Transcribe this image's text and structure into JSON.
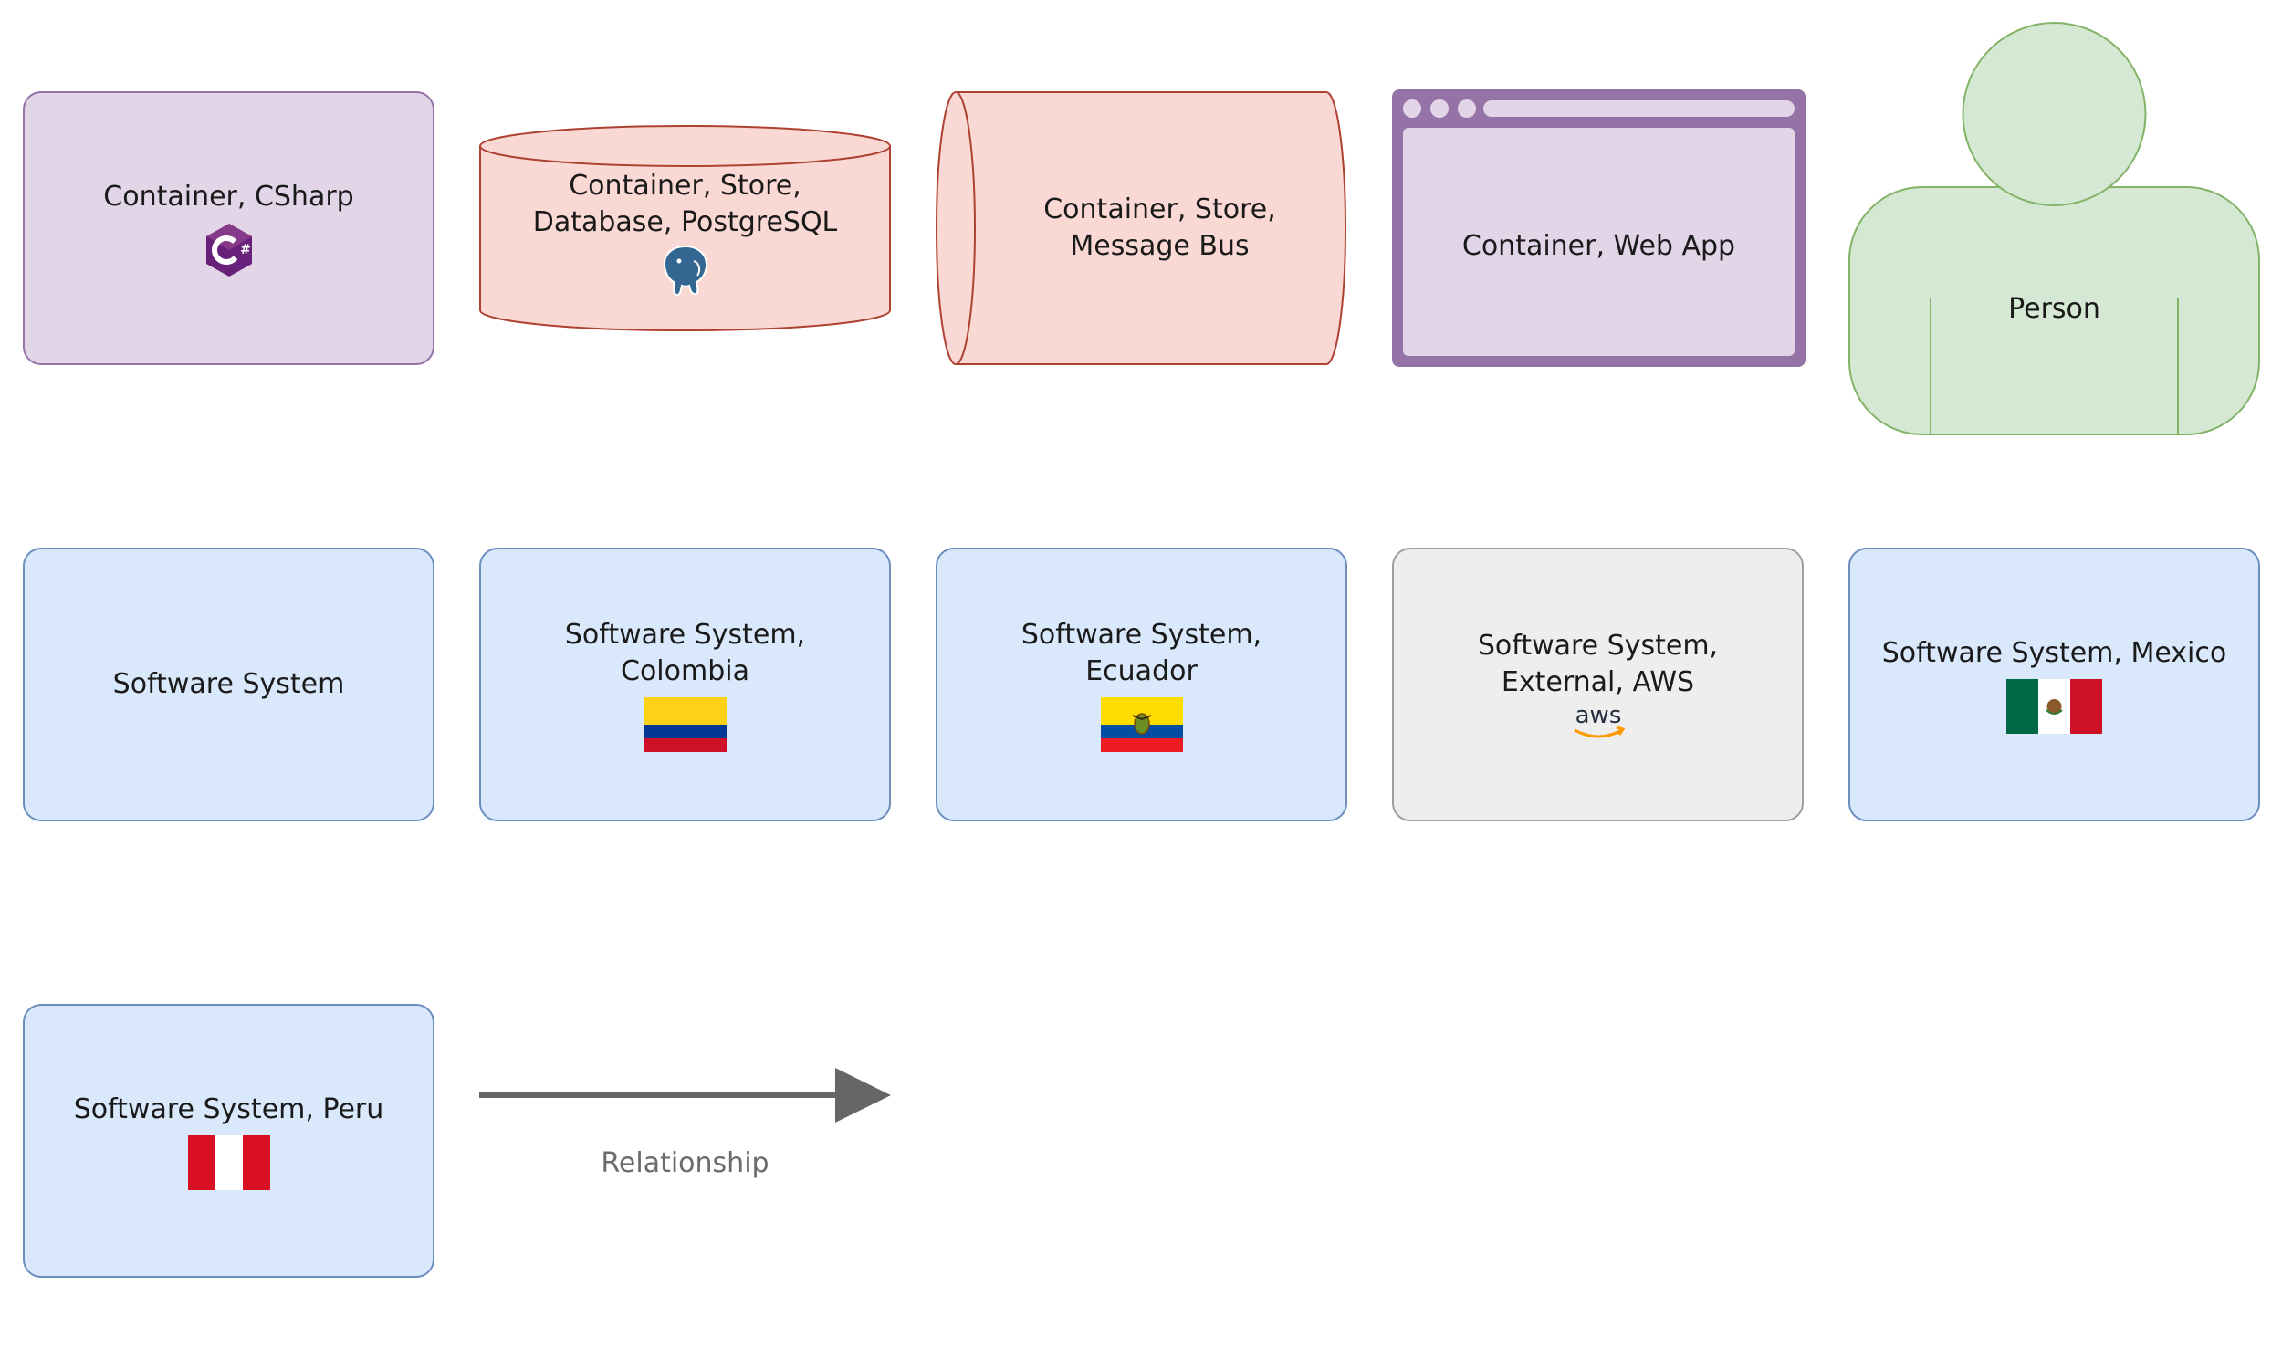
{
  "nodes": {
    "csharp": {
      "label": "Container, CSharp",
      "icon": "csharp-icon"
    },
    "postgres": {
      "label": "Container, Store,\nDatabase, PostgreSQL",
      "icon": "postgresql-elephant-icon"
    },
    "bus": {
      "label": "Container, Store,\nMessage Bus"
    },
    "webapp": {
      "label": "Container, Web App"
    },
    "person": {
      "label": "Person"
    },
    "software": {
      "label": "Software System"
    },
    "colombia": {
      "label": "Software System,\nColombia",
      "icon": "colombia-flag-icon"
    },
    "ecuador": {
      "label": "Software System,\nEcuador",
      "icon": "ecuador-flag-icon"
    },
    "aws": {
      "label": "Software System,\nExternal, AWS",
      "icon": "aws-logo-icon",
      "logo_text": "aws"
    },
    "mexico": {
      "label": "Software System, Mexico",
      "icon": "mexico-flag-icon"
    },
    "peru": {
      "label": "Software System, Peru",
      "icon": "peru-flag-icon"
    }
  },
  "relationship": {
    "label": "Relationship"
  },
  "colors": {
    "container_fill": "#e1d5e7",
    "container_stroke": "#9673a6",
    "store_fill": "#fad9d5",
    "store_stroke": "#ae4132",
    "person_fill": "#d5e8d4",
    "person_stroke": "#82b366",
    "system_fill": "#dae8fc",
    "system_stroke": "#6c8ebf",
    "external_fill": "#eeeeee",
    "external_stroke": "#9e9e9e",
    "arrow": "#666666"
  }
}
